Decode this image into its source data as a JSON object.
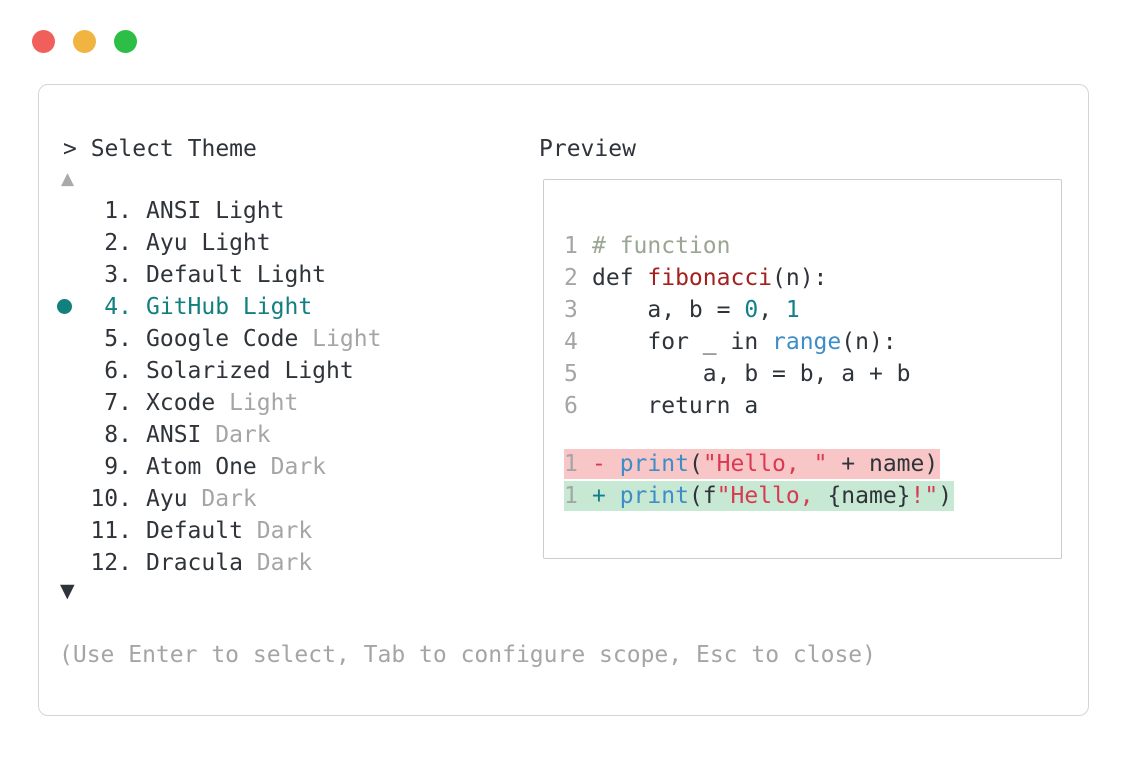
{
  "window_controls": {
    "buttons": [
      {
        "name": "close",
        "color": "#f15f5b"
      },
      {
        "name": "minimize",
        "color": "#f2b440"
      },
      {
        "name": "zoom",
        "color": "#2dbf45"
      }
    ]
  },
  "picker": {
    "prompt": "> Select Theme",
    "scroll_up_glyph": "▲",
    "scroll_down_glyph": "▼",
    "selected_number": "4.",
    "selected_theme": "GitHub Light",
    "accent_color": "#12807f",
    "items": [
      {
        "number": "1.",
        "name": "ANSI Light",
        "suffix": "",
        "selected": false
      },
      {
        "number": "2.",
        "name": "Ayu Light",
        "suffix": "",
        "selected": false
      },
      {
        "number": "3.",
        "name": "Default Light",
        "suffix": "",
        "selected": false
      },
      {
        "number": "4.",
        "name": "GitHub Light",
        "suffix": "",
        "selected": true
      },
      {
        "number": "5.",
        "name": "Google Code",
        "suffix": "Light",
        "selected": false
      },
      {
        "number": "6.",
        "name": "Solarized Light",
        "suffix": "",
        "selected": false
      },
      {
        "number": "7.",
        "name": "Xcode",
        "suffix": "Light",
        "selected": false
      },
      {
        "number": "8.",
        "name": "ANSI",
        "suffix": "Dark",
        "selected": false
      },
      {
        "number": "9.",
        "name": "Atom One",
        "suffix": "Dark",
        "selected": false
      },
      {
        "number": "10.",
        "name": "Ayu",
        "suffix": "Dark",
        "selected": false
      },
      {
        "number": "11.",
        "name": "Default",
        "suffix": "Dark",
        "selected": false
      },
      {
        "number": "12.",
        "name": "Dracula",
        "suffix": "Dark",
        "selected": false
      }
    ],
    "help_text": "(Use Enter to select, Tab to configure scope, Esc to close)"
  },
  "preview": {
    "label": "Preview",
    "syntax_colors": {
      "plain": "#2f343a",
      "comment": "#9aa593",
      "function": "#a3211f",
      "number": "#12808a",
      "builtin": "#3d8dc7",
      "string": "#d83a52",
      "line_number": "#a5a5a5",
      "diff_removed_bg": "#f8c6c6",
      "diff_added_bg": "#c7e8d3"
    },
    "code_lines": [
      {
        "num": "1",
        "tokens": [
          [
            "comment",
            "# function"
          ]
        ]
      },
      {
        "num": "2",
        "tokens": [
          [
            "plain",
            "def "
          ],
          [
            "func",
            "fibonacci"
          ],
          [
            "plain",
            "(n):"
          ]
        ]
      },
      {
        "num": "3",
        "tokens": [
          [
            "plain",
            "    a, b = "
          ],
          [
            "num",
            "0"
          ],
          [
            "plain",
            ", "
          ],
          [
            "num",
            "1"
          ]
        ]
      },
      {
        "num": "4",
        "tokens": [
          [
            "plain",
            "    for _ in "
          ],
          [
            "builtin",
            "range"
          ],
          [
            "plain",
            "(n):"
          ]
        ]
      },
      {
        "num": "5",
        "tokens": [
          [
            "plain",
            "        a, b = b, a + b"
          ]
        ]
      },
      {
        "num": "6",
        "tokens": [
          [
            "plain",
            "    return a"
          ]
        ]
      }
    ],
    "diff_lines": [
      {
        "num": "1",
        "kind": "removed",
        "tokens": [
          [
            "minus",
            "- "
          ],
          [
            "builtin",
            "print"
          ],
          [
            "plain",
            "("
          ],
          [
            "string",
            "\"Hello, \""
          ],
          [
            "plain",
            " + name)"
          ]
        ]
      },
      {
        "num": "1",
        "kind": "added",
        "tokens": [
          [
            "plus",
            "+ "
          ],
          [
            "builtin",
            "print"
          ],
          [
            "plain",
            "(f"
          ],
          [
            "string",
            "\"Hello, "
          ],
          [
            "plain",
            "{name}"
          ],
          [
            "string",
            "!\""
          ],
          [
            "plain",
            ")"
          ]
        ]
      }
    ]
  }
}
